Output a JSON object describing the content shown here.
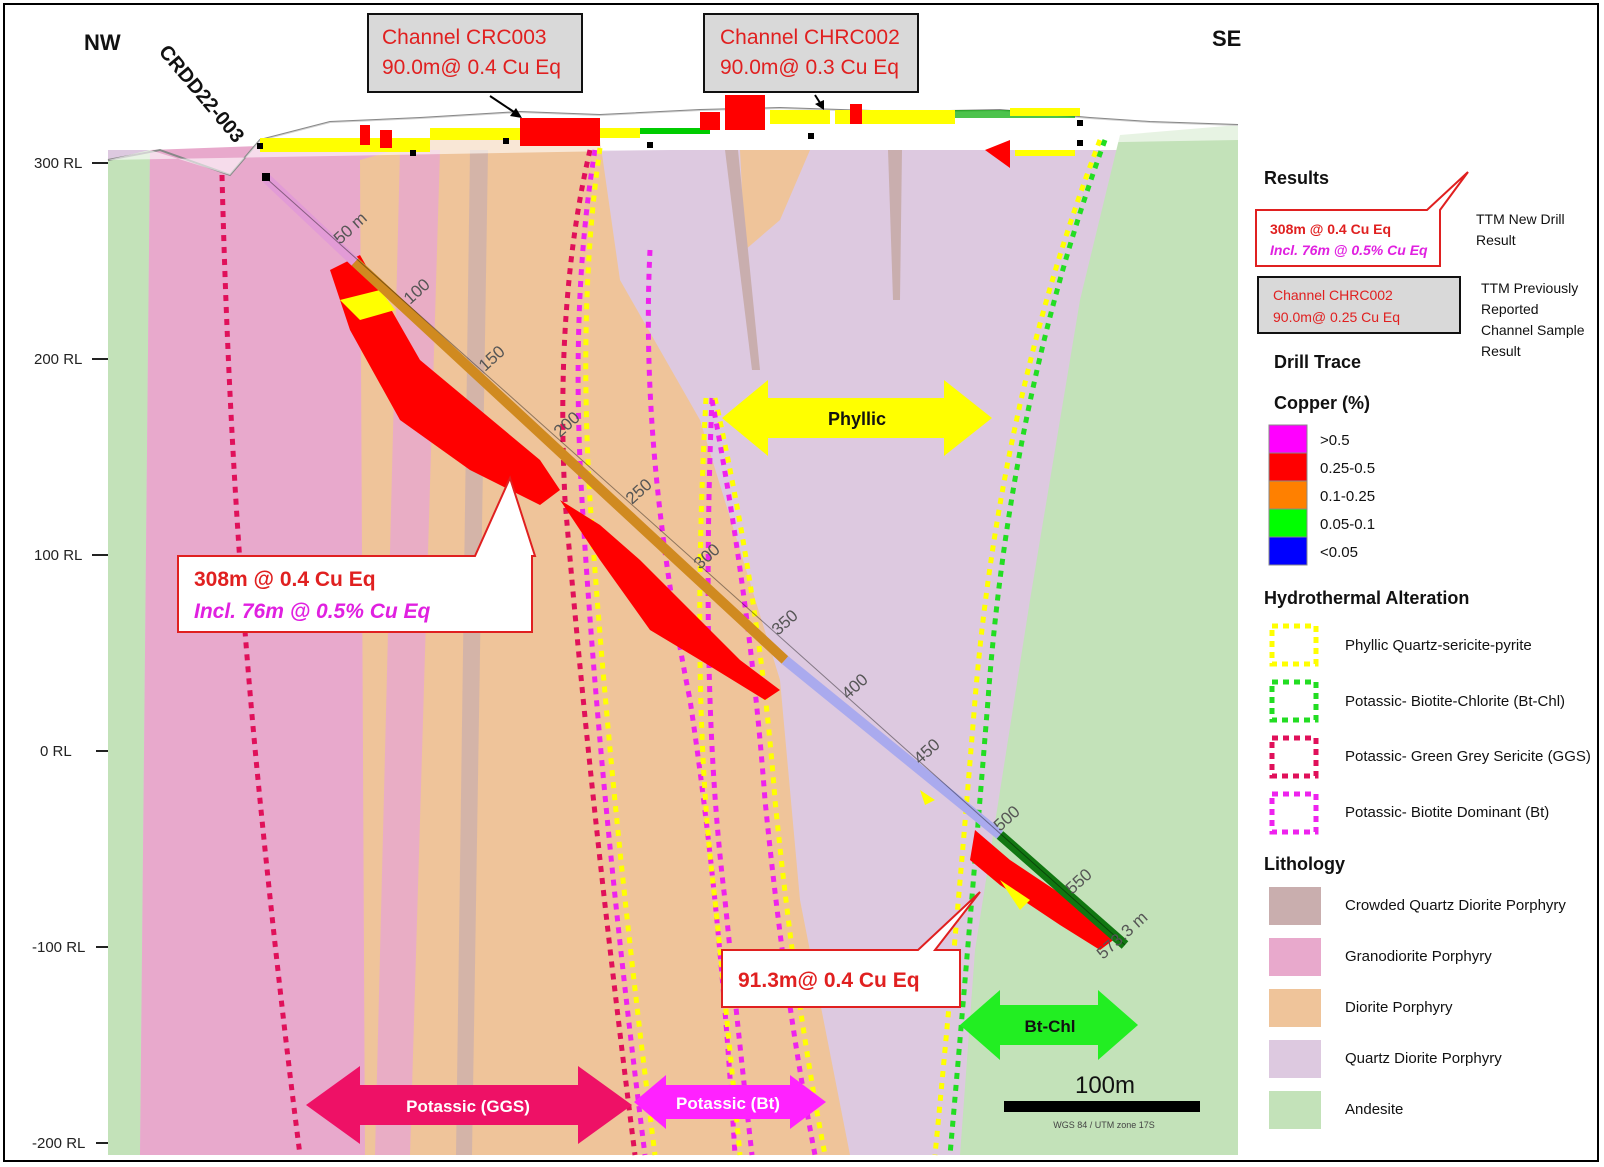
{
  "directions": {
    "left": "NW",
    "right": "SE"
  },
  "drillhole_id": "CRDD22-003",
  "rl_labels": [
    "300 RL",
    "200 RL",
    "100 RL",
    "0 RL",
    "-100 RL",
    "-200 RL"
  ],
  "depth_labels": [
    "50 m",
    "100",
    "150",
    "200",
    "250",
    "300",
    "350",
    "400",
    "450",
    "500",
    "550",
    "573.3 m"
  ],
  "channels": [
    {
      "name": "Channel CRC003",
      "result": "90.0m@ 0.4 Cu Eq"
    },
    {
      "name": "Channel CHRC002",
      "result": "90.0m@ 0.3 Cu Eq"
    }
  ],
  "callouts": {
    "main": {
      "line1": "308m @ 0.4 Cu Eq",
      "line2": "Incl. 76m @ 0.5% Cu Eq"
    },
    "lower": {
      "line1": "91.3m@ 0.4 Cu Eq"
    }
  },
  "zones": {
    "phyllic": "Phyllic",
    "btchl": "Bt-Chl",
    "potassic_ggs": "Potassic (GGS)",
    "potassic_bt": "Potassic (Bt)"
  },
  "scale": {
    "label": "100m",
    "note": "WGS 84 / UTM zone 17S"
  },
  "legend": {
    "results_title": "Results",
    "new_drill": {
      "line1": "308m @ 0.4 Cu Eq",
      "line2": "Incl. 76m @ 0.5% Cu Eq",
      "desc1": "TTM New Drill",
      "desc2": "Result"
    },
    "channel": {
      "line1": "Channel CHRC002",
      "line2": "90.0m@ 0.25 Cu Eq",
      "desc1": "TTM Previously",
      "desc2": "Reported",
      "desc3": "Channel Sample",
      "desc4": "Result"
    },
    "drill_trace_title": "Drill Trace",
    "copper_title": "Copper (%)",
    "copper": [
      {
        "label": ">0.5",
        "color": "#ff00ff"
      },
      {
        "label": "0.25-0.5",
        "color": "#ff0000"
      },
      {
        "label": "0.1-0.25",
        "color": "#ff8000"
      },
      {
        "label": "0.05-0.1",
        "color": "#00ff00"
      },
      {
        "label": "<0.05",
        "color": "#0000ff"
      }
    ],
    "alteration_title": "Hydrothermal Alteration",
    "alteration": [
      {
        "label": "Phyllic Quartz-sericite-pyrite",
        "color": "#ffff00"
      },
      {
        "label": "Potassic- Biotite-Chlorite (Bt-Chl)",
        "color": "#22dd22"
      },
      {
        "label": "Potassic- Green Grey Sericite (GGS)",
        "color": "#e0105a"
      },
      {
        "label": "Potassic- Biotite Dominant (Bt)",
        "color": "#ee22ee"
      }
    ],
    "lithology_title": "Lithology",
    "lithology": [
      {
        "label": "Crowded Quartz Diorite Porphyry",
        "color": "#c9aeae"
      },
      {
        "label": "Granodiorite Porphyry",
        "color": "#e8a9cc"
      },
      {
        "label": "Diorite Porphyry",
        "color": "#efc49a"
      },
      {
        "label": "Quartz Diorite Porphyry",
        "color": "#ddc9e0"
      },
      {
        "label": "Andesite",
        "color": "#c3e2b9"
      }
    ]
  }
}
